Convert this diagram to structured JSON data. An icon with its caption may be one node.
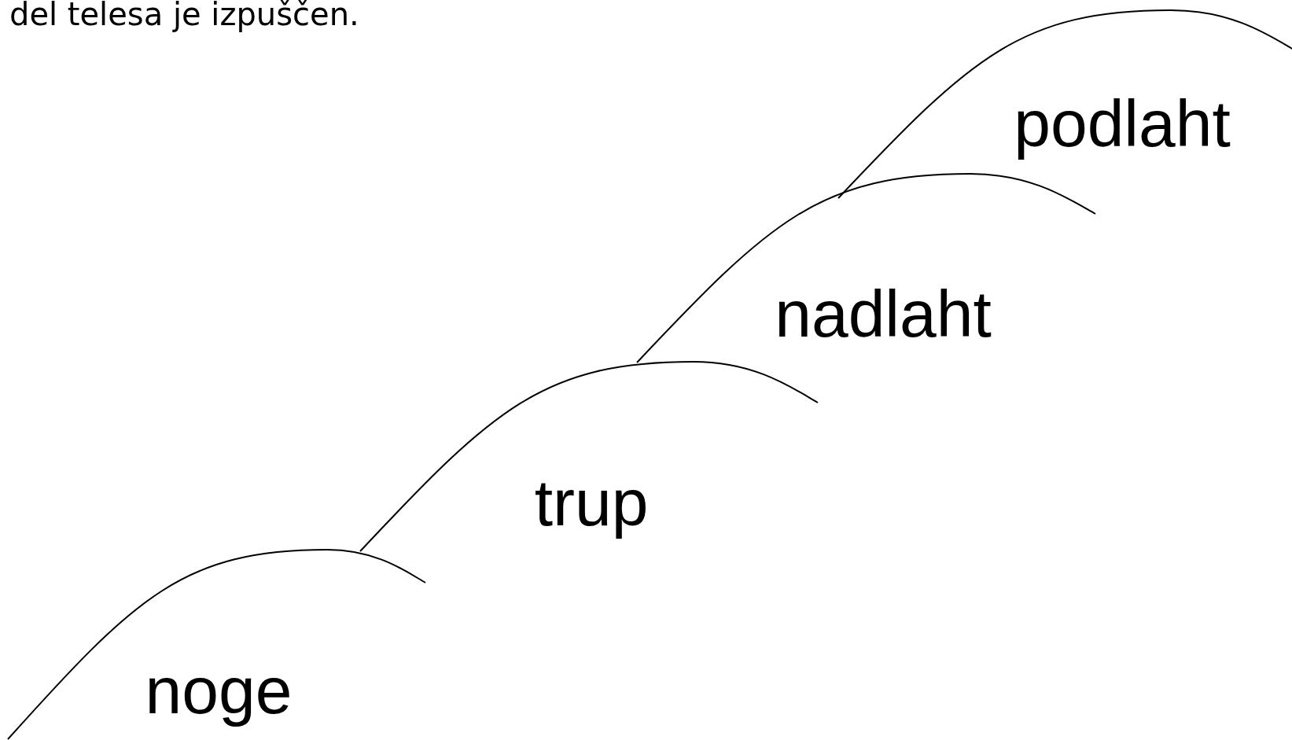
{
  "diagram": {
    "nodes": [
      {
        "text": [
          "noge"
        ]
      },
      {
        "text": [
          "trup"
        ]
      },
      {
        "text": [
          "nadlaht"
        ]
      },
      {
        "text": [
          "podlaht"
        ]
      }
    ],
    "labels": [
      "del telesa je izpuščen."
    ]
  }
}
